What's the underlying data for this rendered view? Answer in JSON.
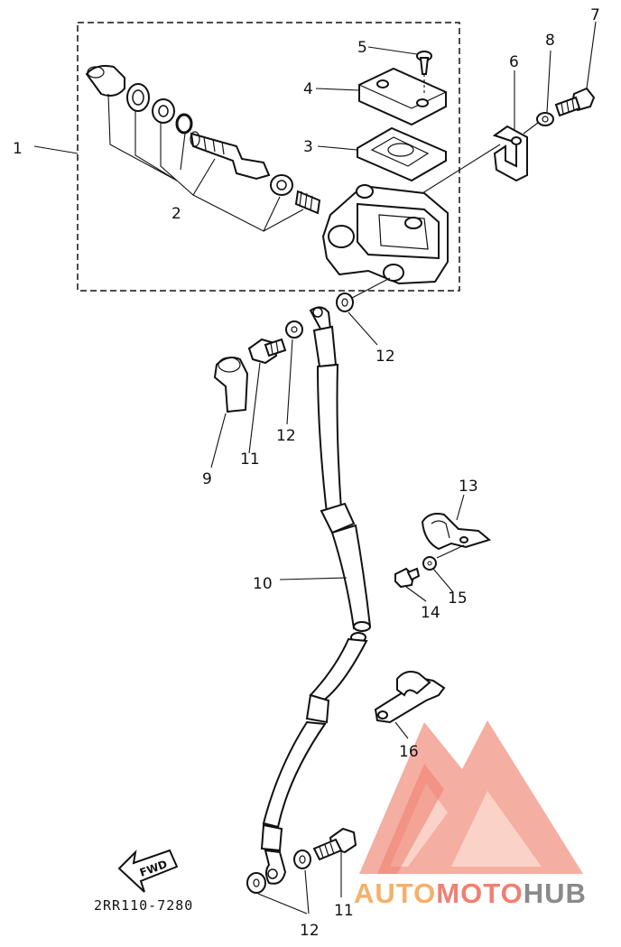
{
  "callouts": {
    "c1": "1",
    "c2": "2",
    "c3": "3",
    "c4": "4",
    "c5": "5",
    "c6": "6",
    "c7": "7",
    "c8": "8",
    "c9": "9",
    "c10": "10",
    "c11a": "11",
    "c11b": "11",
    "c12a": "12",
    "c12b": "12",
    "c12c": "12",
    "c13": "13",
    "c14": "14",
    "c15": "15",
    "c16": "16"
  },
  "fwd_label": "FWD",
  "diagram_code": "2RR110-7280",
  "watermark": {
    "part1": "AUTO",
    "part2": "MOTO",
    "part3": "HUB",
    "colors": {
      "accent": "#f07f72",
      "light": "#f7b3a6",
      "dark": "#8a8a8a"
    }
  }
}
